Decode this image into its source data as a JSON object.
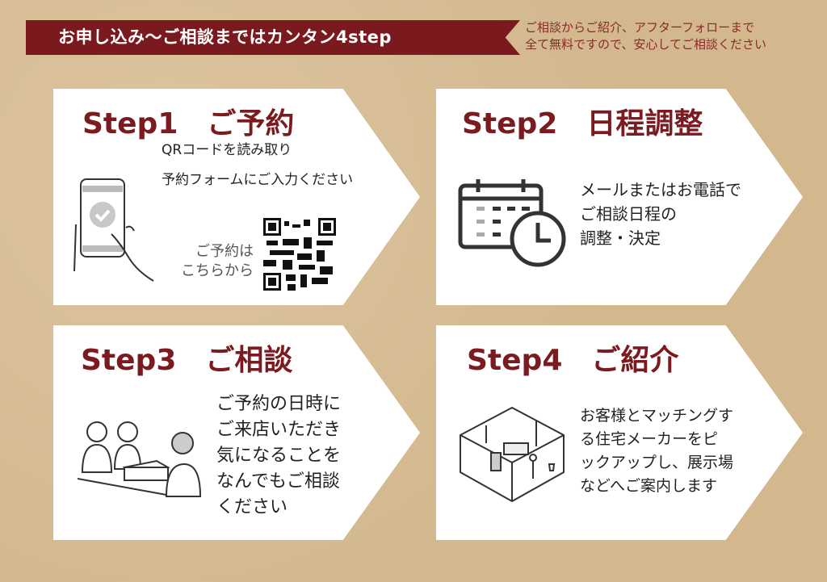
{
  "banner": {
    "title": "お申し込み〜ご相談まではカンタン4step"
  },
  "note": {
    "lines": [
      "ご相談からご紹介、アフターフォローまで",
      "全て無料ですので、安心してご相談ください"
    ]
  },
  "colors": {
    "accent": "#7a1a1f",
    "background": "#d8bf97"
  },
  "steps": [
    {
      "title": "Step1　ご予約",
      "lines": [
        "QRコードを読み取り",
        "予約フォームにご入力ください"
      ],
      "qr_label": [
        "ご予約は",
        "こちらから"
      ],
      "icon": "smartphone-tap-icon"
    },
    {
      "title": "Step2　日程調整",
      "lines": [
        "メールまたはお電話で",
        "ご相談日程の",
        "調整・決定"
      ],
      "icon": "calendar-clock-icon"
    },
    {
      "title": "Step3　ご相談",
      "lines": [
        "ご予約の日時に",
        "ご来店いただき",
        "気になることを",
        "なんでもご相談",
        "ください"
      ],
      "icon": "consultation-people-icon"
    },
    {
      "title": "Step4　ご紹介",
      "lines": [
        "お客様とマッチングす",
        "る住宅メーカーをピ",
        "ックアップし、展示場",
        "などへご案内します"
      ],
      "icon": "model-house-room-icon"
    }
  ]
}
